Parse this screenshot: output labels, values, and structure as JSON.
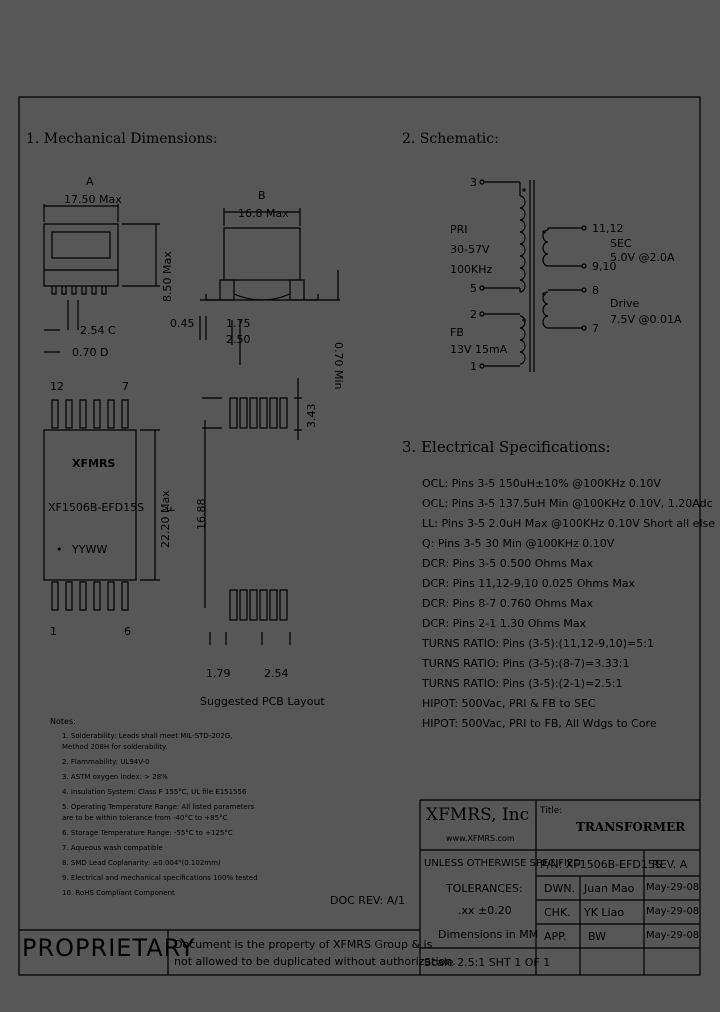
{
  "sections": {
    "mechanical": "1. Mechanical Dimensions:",
    "schematic": "2. Schematic:",
    "electrical": "3. Electrical Specifications:"
  },
  "mech": {
    "a_label": "A",
    "a_dim": "17.50 Max",
    "b_label": "B",
    "b_dim": "16.8 Max",
    "c_dim": "8.50 Max",
    "d_dim": "0.70 Min",
    "d045": "0.45",
    "d175": "1.75",
    "d250": "2.50",
    "pitch": "2.54 C",
    "pin_w": "0.70 D",
    "pin12": "12",
    "pin7": "7",
    "pin1": "1",
    "pin6": "6",
    "mark_brand": "XFMRS",
    "mark_part": "XF1506B-EFD15S",
    "mark_dot": "•",
    "mark_date": "YYWW",
    "e_dim": "22.20 Max",
    "e_letter": "F",
    "pcb_343": "3.43",
    "pcb_1688": "16.88",
    "pcb_179": "1.79",
    "pcb_254": "2.54",
    "pcb_caption": "Suggested PCB Layout"
  },
  "schem": {
    "pin3": "3",
    "pin5": "5",
    "pin2": "2",
    "pin1": "1",
    "pin1112": "11,12",
    "pin910": "9,10",
    "pin8": "8",
    "pin7": "7",
    "pri": "PRI",
    "pri_v": "30-57V",
    "pri_f": "100KHz",
    "sec": "SEC",
    "sec_v": "5.0V @2.0A",
    "drive": "Drive",
    "drive_v": "7.5V @0.01A",
    "fb": "FB",
    "fb_v": "13V 15mA"
  },
  "elec": [
    "OCL: Pins 3-5 150uH±10% @100KHz 0.10V",
    "OCL: Pins 3-5 137.5uH Min @100KHz 0.10V, 1.20Adc",
    "LL: Pins 3-5 2.0uH Max @100KHz 0.10V Short all else",
    "Q: Pins 3-5 30 Min @100KHz 0.10V",
    "DCR: Pins 3-5 0.500 Ohms Max",
    "DCR: Pins 11,12-9,10 0.025 Ohms Max",
    "DCR: Pins 8-7 0.760 Ohms Max",
    "DCR: Pins 2-1 1.30 Ohms Max",
    "TURNS RATIO: Pins (3-5):(11,12-9,10)=5:1",
    "TURNS RATIO: Pins (3-5):(8-7)=3.33:1",
    "TURNS RATIO: Pins (3-5):(2-1)=2.5:1",
    "HIPOT: 500Vac, PRI & FB to SEC",
    "HIPOT: 500Vac, PRI to FB, All Wdgs to Core"
  ],
  "notes": {
    "title": "Notes:",
    "items": [
      "1. Solderability: Leads shall meet MIL-STD-202G,",
      "    Method 208H for solderability.",
      "2. Flammability: UL94V-0",
      "3. ASTM oxygen index: > 28%",
      "4. Insulation System: Class F 155°C, UL file E151556",
      "5. Operating Temperature Range: All listed parameters",
      "    are to be within tolerance from -40°C to +85°C",
      "6. Storage Temperature Range: -55°C to +125°C",
      "7. Aqueous wash compatible",
      "8. SMD Lead Coplanarity: ±0.004\"(0.102mm)",
      "9. Electrical and mechanical specifications 100% tested",
      "10. RoHS Compliant Component"
    ]
  },
  "doc_rev": "DOC REV: A/1",
  "title_block": {
    "company": "XFMRS, Inc",
    "website": "www.XFMRS.com",
    "title_label": "Title:",
    "title": "TRANSFORMER",
    "tol_line1": "UNLESS OTHERWISE SPECIFIED",
    "tol_line2": "TOLERANCES:",
    "tol_line3": ".xx ±0.20",
    "tol_line4": "Dimensions in MM",
    "pn": "P/N: XF1506B-EFD15S",
    "rev": "REV. A",
    "dwn_label": "DWN.",
    "dwn_name": "Juan Mao",
    "dwn_date": "May-29-08",
    "chk_label": "CHK.",
    "chk_name": "YK Liao",
    "chk_date": "May-29-08",
    "app_label": "APP.",
    "app_name": "BW",
    "app_date": "May-29-08",
    "scale": "Scale 2.5:1  SHT 1 OF 1"
  },
  "proprietary": {
    "word": "PROPRIETARY",
    "line1": "Document is the property of XFMRS Group & is",
    "line2": "not allowed to be duplicated without authorization."
  }
}
